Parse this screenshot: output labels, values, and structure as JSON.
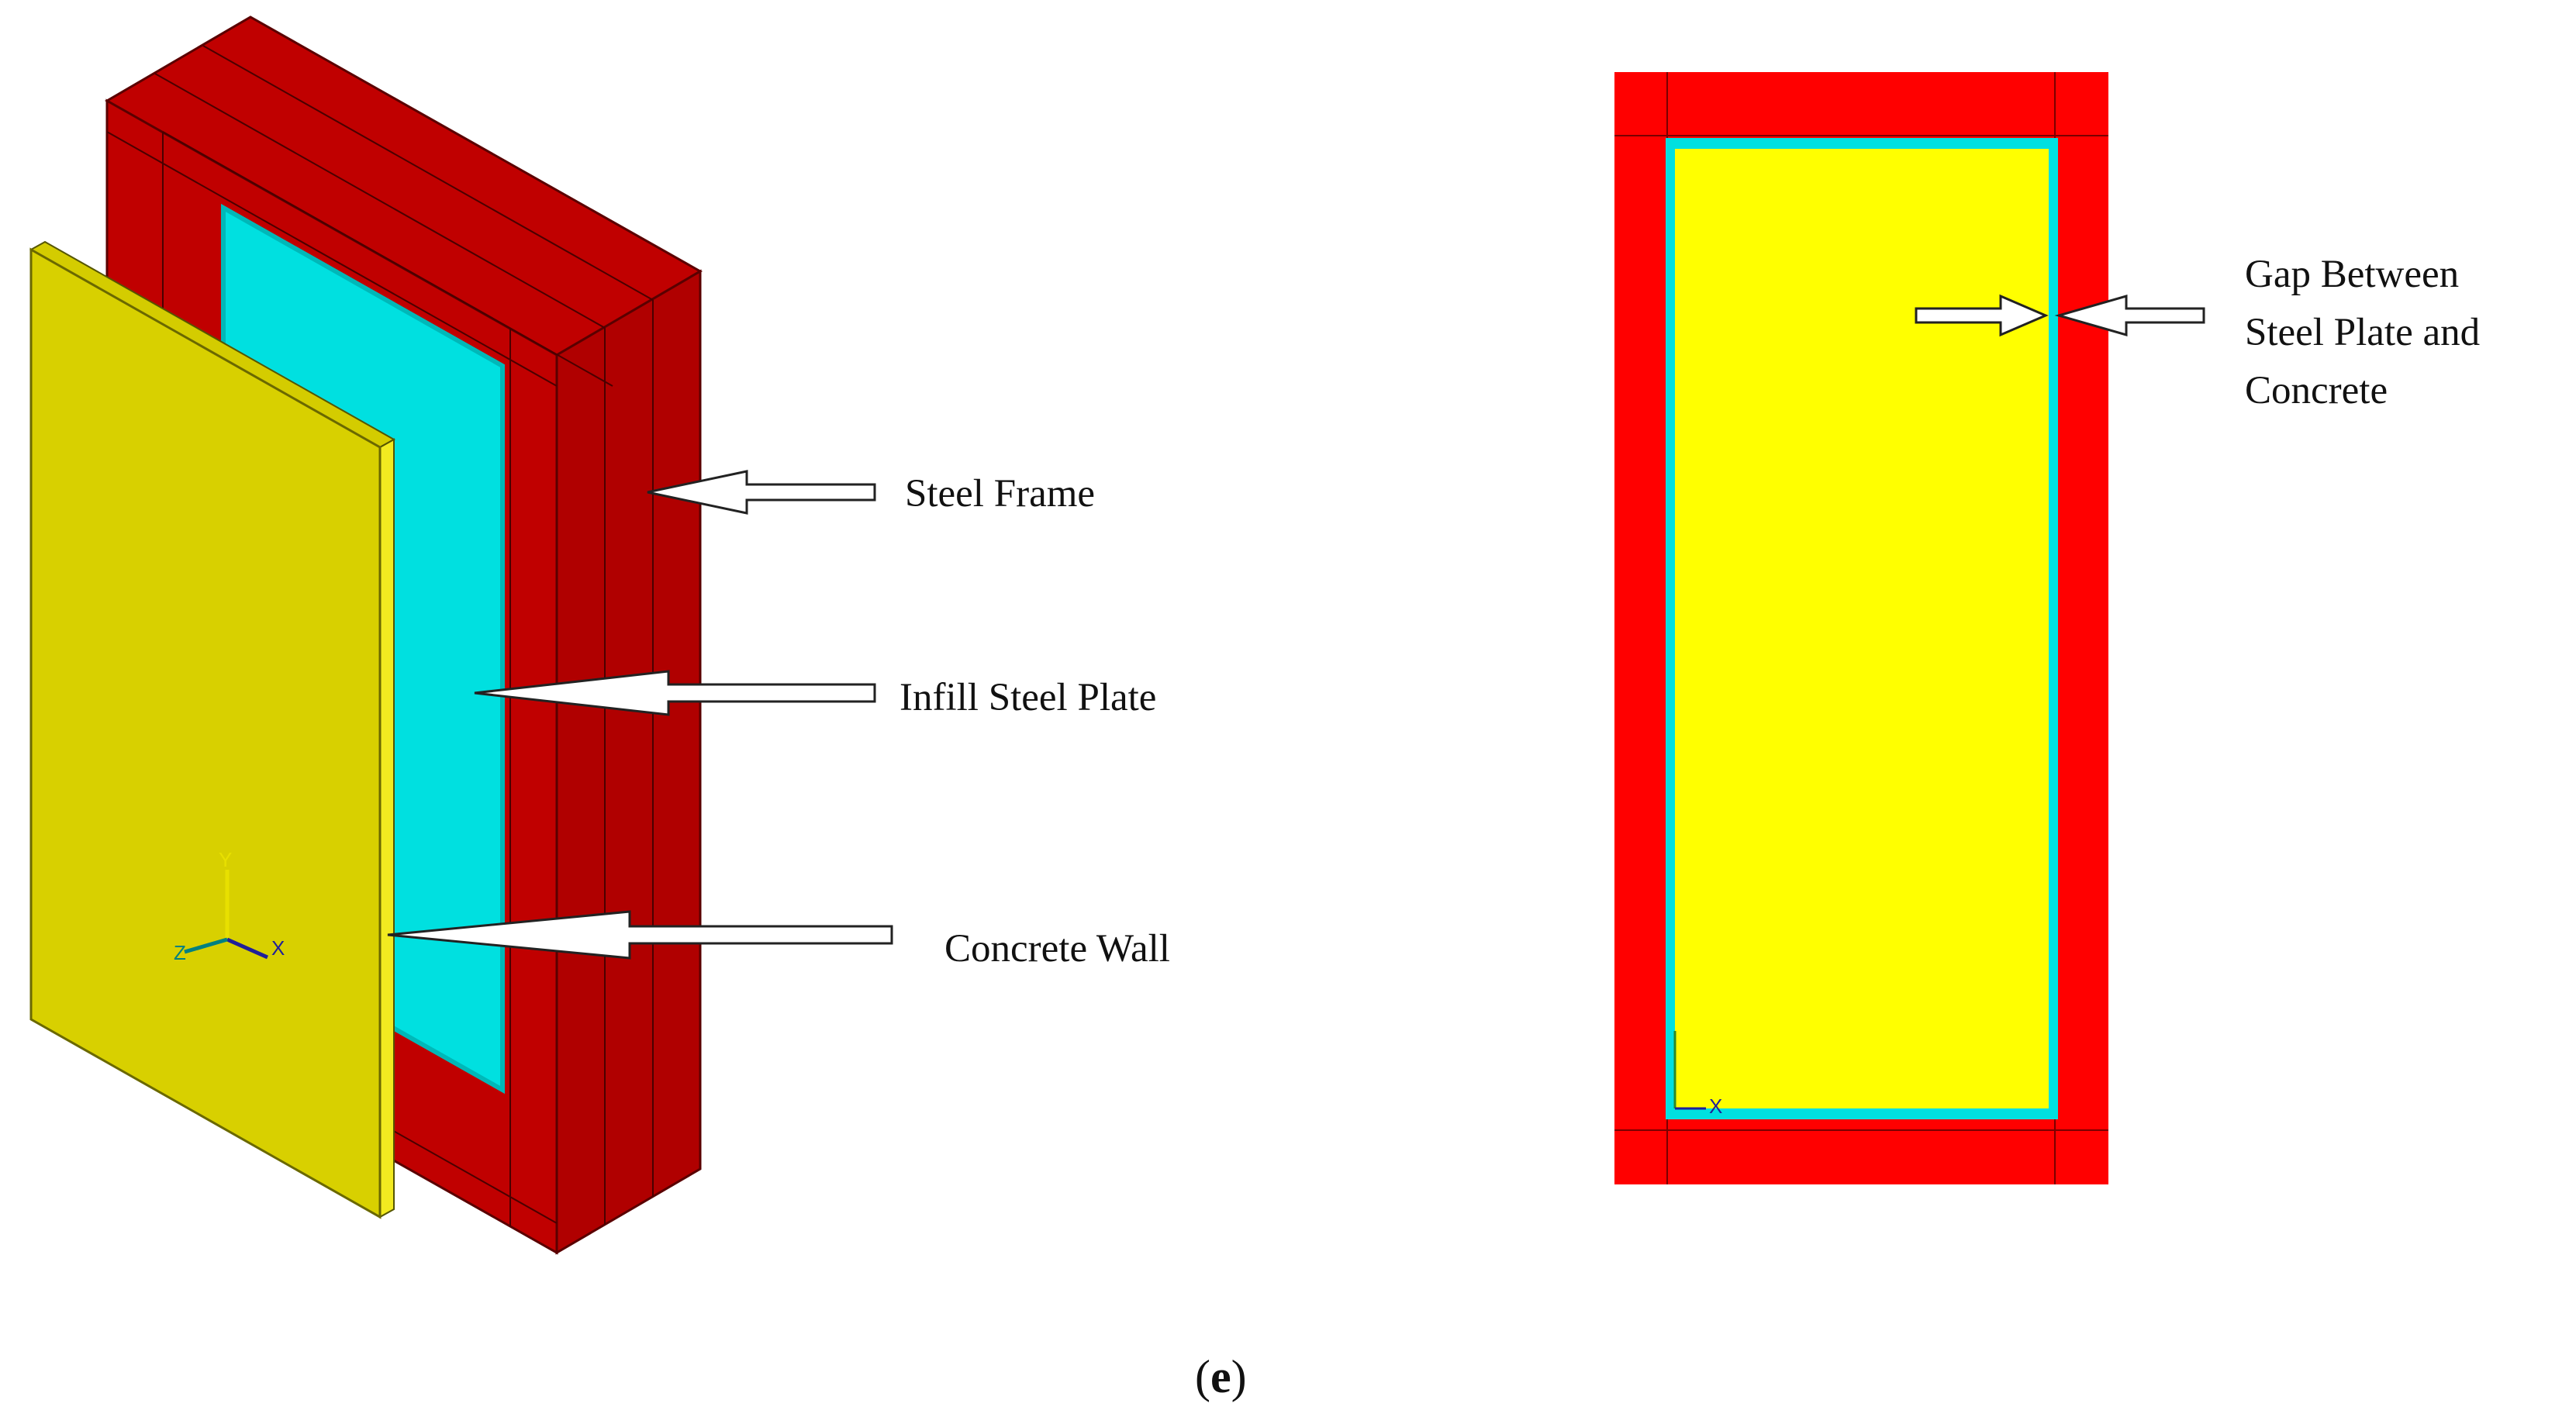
{
  "labels": {
    "steel_frame": "Steel Frame",
    "infill_steel_plate": "Infill Steel Plate",
    "concrete_wall": "Concrete Wall",
    "gap_line1": "Gap Between",
    "gap_line2": "Steel Plate and",
    "gap_line3": "Concrete"
  },
  "axes_triad": {
    "y": "Y",
    "x": "X",
    "z": "Z"
  },
  "front_view_axis": {
    "x": "X"
  },
  "caption": {
    "open": "(",
    "letter": "e",
    "close": ")"
  },
  "colors": {
    "frame_red": "#c00000",
    "frame_red_dark": "#a80000",
    "frame_red_side": "#b00000",
    "frame_red_front_view": "#ff0000",
    "infill_cyan": "#00e0e0",
    "concrete_yellow_3d": "#e8e000",
    "concrete_yellow_front": "#ffff00",
    "outline_dark": "#222222"
  }
}
